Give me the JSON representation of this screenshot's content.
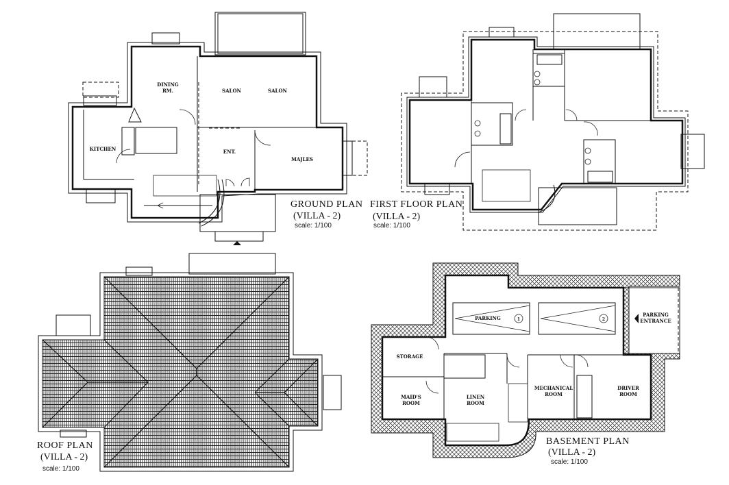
{
  "sheet": {
    "background": "#ffffff",
    "line_color": "#111111"
  },
  "ground_plan": {
    "title": "GROUND PLAN",
    "subtitle": "(VILLA - 2)",
    "scale": "scale: 1/100",
    "rooms": {
      "dining_1": "DINING",
      "dining_2": "RM.",
      "salon_1": "SALON",
      "salon_2": "SALON",
      "kitchen": "KITCHEN",
      "entrance": "ENT.",
      "majles": "MAJLES"
    }
  },
  "first_floor_plan": {
    "title": "FIRST FLOOR  PLAN",
    "subtitle": "(VILLA - 2)",
    "scale": "scale: 1/100"
  },
  "roof_plan": {
    "title": "ROOF  PLAN",
    "subtitle": "(VILLA - 2)",
    "scale": "scale: 1/100"
  },
  "basement_plan": {
    "title": "BASEMENT  PLAN",
    "subtitle": "(VILLA - 2)",
    "scale": "scale: 1/100",
    "rooms": {
      "parking": "PARKING",
      "parking_1_no": "1",
      "parking_2_no": "2",
      "parking_entrance_1": "PARKING",
      "parking_entrance_2": "ENTRANCE",
      "storage": "STORAGE",
      "maids_1": "MAID'S",
      "maids_2": "ROOM",
      "linen_1": "LINEN",
      "linen_2": "ROOM",
      "mechanical_1": "MECHANICAL",
      "mechanical_2": "ROOM",
      "driver_1": "DRIVER",
      "driver_2": "ROOM"
    }
  }
}
